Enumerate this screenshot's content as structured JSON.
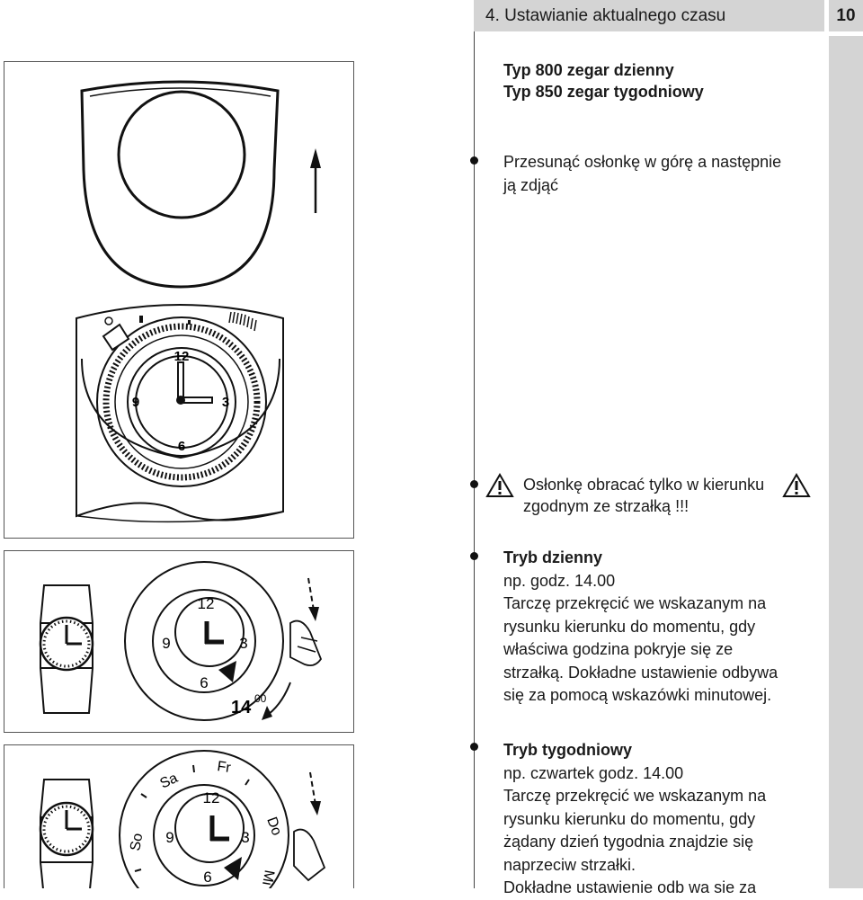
{
  "header": {
    "section_title": "4. Ustawianie aktualnego czasu",
    "page_number": "10"
  },
  "titles": {
    "line1": "Typ 800 zegar dzienny",
    "line2": "Typ 850 zegar tygodniowy"
  },
  "step1": {
    "line1": "Przesunąć osłonkę w górę a następnie",
    "line2": "ją zdjąć"
  },
  "warning": {
    "line1": "Osłonkę obracać tylko w kierunku",
    "line2": "zgodnym ze strzałką !!!"
  },
  "daily": {
    "title": "Tryb dzienny",
    "lines": [
      "np. godz. 14.00",
      "Tarczę przekręcić we wskazanym na",
      "rysunku kierunku do momentu, gdy",
      "właściwa godzina pokryje się ze",
      "strzałką. Dokładne ustawienie odbywa",
      "się za pomocą wskazówki minutowej."
    ]
  },
  "weekly": {
    "title": "Tryb tygodniowy",
    "lines": [
      "np. czwartek godz. 14.00",
      "Tarczę przekręcić we wskazanym na",
      "rysunku kierunku do momentu, gdy",
      "żądany dzień tygodnia znajdzie się",
      "naprzeciw strzałki.",
      "Dokładne ustawienie odb wa sie za"
    ]
  },
  "figure1": {
    "dial_numbers": [
      "12",
      "3",
      "6",
      "9"
    ]
  },
  "figure2": {
    "dial_numbers": [
      "12",
      "3",
      "6",
      "9"
    ],
    "time_label_hours": "14",
    "time_label_minutes": "00"
  },
  "figure3": {
    "dial_numbers": [
      "12",
      "3",
      "6",
      "9"
    ],
    "day_labels": [
      "Sa",
      "Fr",
      "Do",
      "Mi",
      "So"
    ]
  },
  "icons": {
    "warning": "warning-triangle-icon",
    "arrow": "arrow-up-icon"
  }
}
